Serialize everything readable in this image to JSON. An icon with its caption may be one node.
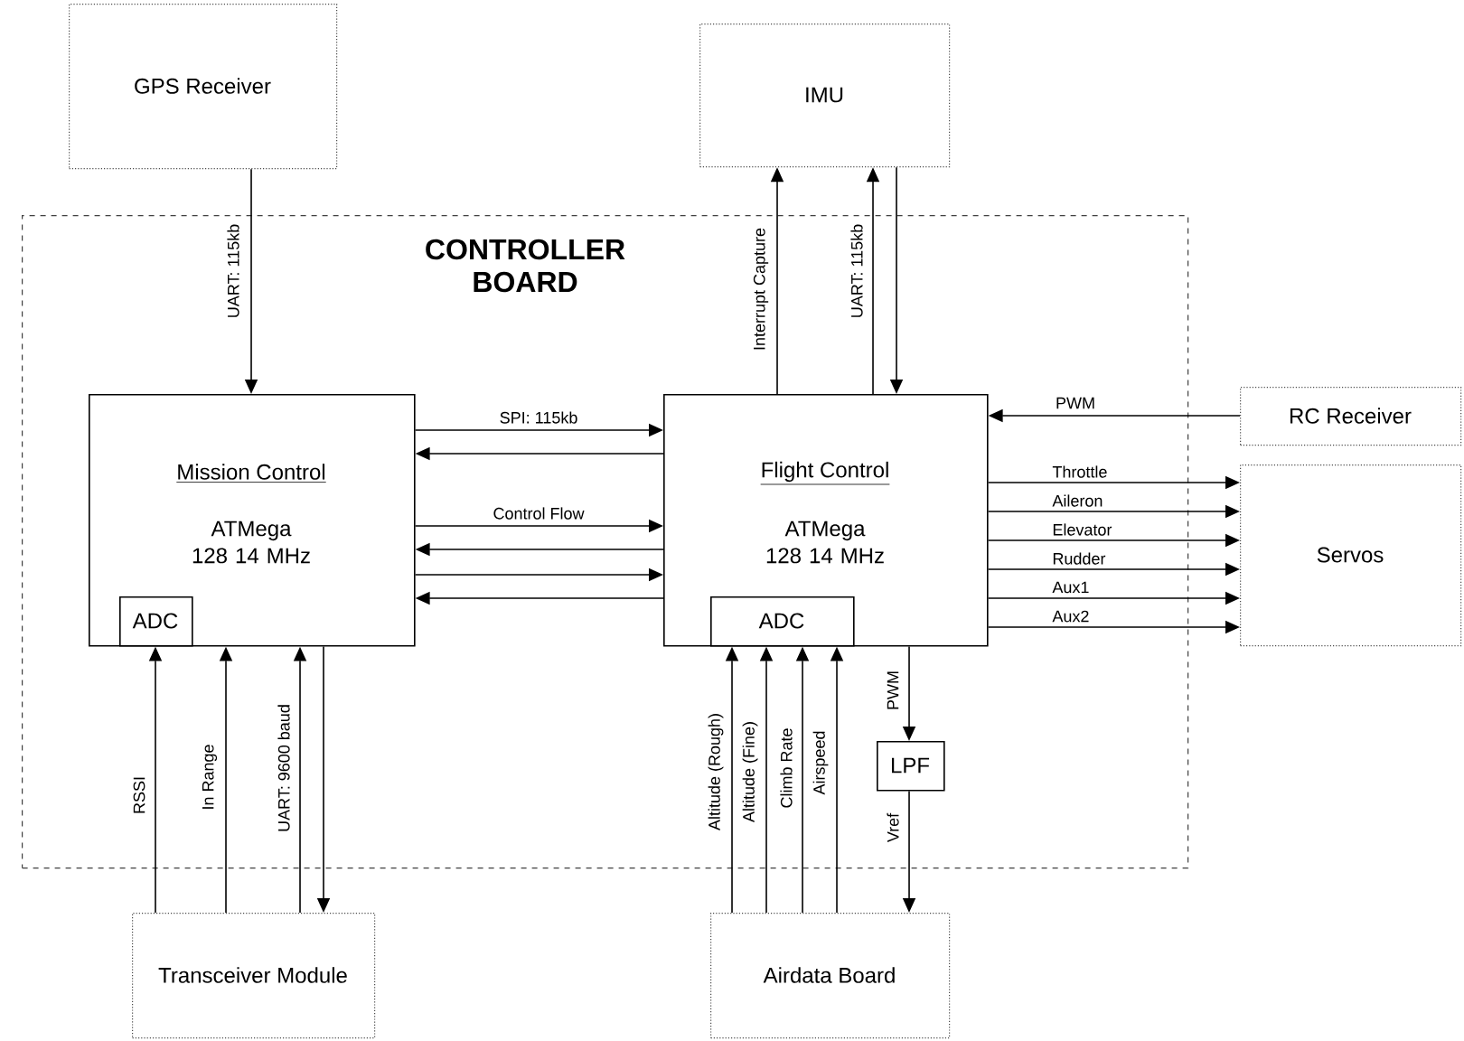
{
  "diagram": {
    "nodes": [
      {
        "text": [
          "GPS Receiver"
        ]
      },
      {
        "text": [
          "IMU"
        ]
      },
      {
        "text": [
          "CONTROLLER BOARD"
        ]
      },
      {
        "text": [
          "Mission Control",
          "ATMega 128 14 MHz"
        ],
        "in": 2
      },
      {
        "text": [
          "ADC"
        ],
        "in": 3
      },
      {
        "text": [
          "Flight Control",
          "ATMega 128 14 MHz"
        ],
        "in": 2
      },
      {
        "text": [
          "ADC"
        ],
        "in": 5
      },
      {
        "text": [
          "LPF"
        ],
        "in": 2
      },
      {
        "text": [
          "RC Receiver"
        ]
      },
      {
        "text": [
          "Servos"
        ]
      },
      {
        "text": [
          "Transceiver Module"
        ]
      },
      {
        "text": [
          "Airdata Board"
        ]
      }
    ],
    "edges": [
      {
        "from": 0,
        "to": 3,
        "arrow": "to",
        "label": "UART: 115kb"
      },
      {
        "from": 3,
        "to": 5,
        "arrow": "to",
        "label": "SPI: 115kb"
      },
      {
        "from": 5,
        "to": 3,
        "arrow": "to"
      },
      {
        "from": 3,
        "to": 5,
        "arrow": "to",
        "label": "Control Flow"
      },
      {
        "from": 5,
        "to": 3,
        "arrow": "to"
      },
      {
        "from": 3,
        "to": 5,
        "arrow": "to"
      },
      {
        "from": 5,
        "to": 3,
        "arrow": "to"
      },
      {
        "from": 5,
        "to": 1,
        "arrow": "to",
        "label": "Interrupt Capture"
      },
      {
        "from": 5,
        "to": 1,
        "arrow": "to",
        "label": "UART: 115kb"
      },
      {
        "from": 1,
        "to": 5,
        "arrow": "to"
      },
      {
        "from": 8,
        "to": 5,
        "arrow": "to",
        "label": "PWM"
      },
      {
        "from": 5,
        "to": 9,
        "arrow": "to",
        "label": "Throttle"
      },
      {
        "from": 5,
        "to": 9,
        "arrow": "to",
        "label": "Aileron"
      },
      {
        "from": 5,
        "to": 9,
        "arrow": "to",
        "label": "Elevator"
      },
      {
        "from": 5,
        "to": 9,
        "arrow": "to",
        "label": "Rudder"
      },
      {
        "from": 5,
        "to": 9,
        "arrow": "to",
        "label": "Aux1"
      },
      {
        "from": 5,
        "to": 9,
        "arrow": "to",
        "label": "Aux2"
      },
      {
        "from": 10,
        "to": 4,
        "arrow": "to",
        "label": "RSSI"
      },
      {
        "from": 10,
        "to": 3,
        "arrow": "to",
        "label": "In Range"
      },
      {
        "from": 10,
        "to": 3,
        "arrow": "to",
        "label": "UART: 9600 baud"
      },
      {
        "from": 3,
        "to": 10,
        "arrow": "to"
      },
      {
        "from": 11,
        "to": 6,
        "arrow": "to",
        "label": "Altitude (Rough)"
      },
      {
        "from": 11,
        "to": 6,
        "arrow": "to",
        "label": "Altitude (Fine)"
      },
      {
        "from": 11,
        "to": 6,
        "arrow": "to",
        "label": "Climb Rate"
      },
      {
        "from": 11,
        "to": 6,
        "arrow": "to",
        "label": "Airspeed"
      },
      {
        "from": 5,
        "to": 7,
        "arrow": "to",
        "label": "PWM"
      },
      {
        "from": 7,
        "to": 11,
        "arrow": "to",
        "label": "Vref"
      }
    ]
  }
}
